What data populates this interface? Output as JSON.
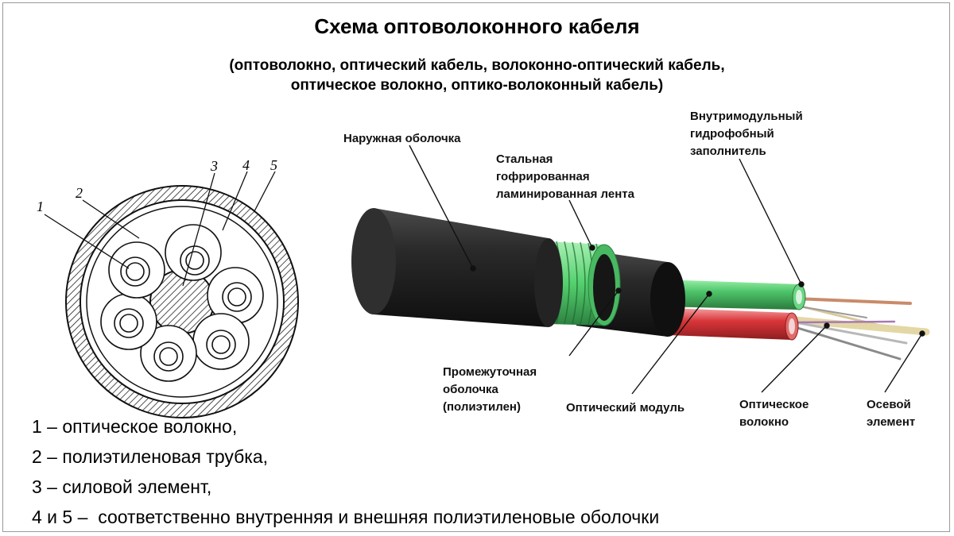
{
  "title": "Схема оптоволоконного кабеля",
  "subtitle": [
    "(оптоволокно, оптический кабель, волоконно-оптический кабель,",
    "оптическое волокно, оптико-волоконный кабель)"
  ],
  "cross_section_numbers": [
    "1",
    "2",
    "3",
    "4",
    "5"
  ],
  "callouts": {
    "outer_sheath": "Наружная оболочка",
    "steel_tape": [
      "Стальная",
      "гофрированная",
      "ламинированная лента"
    ],
    "filler": [
      "Внутримодульный",
      "гидрофобный",
      "заполнитель"
    ],
    "intermediate_sheath": [
      "Промежуточная",
      "оболочка",
      "(полиэтилен)"
    ],
    "optical_module": "Оптический модуль",
    "optical_fiber": [
      "Оптическое",
      "волокно"
    ],
    "axial_element": [
      "Осевой",
      "элемент"
    ]
  },
  "legend": [
    {
      "num": "1 –",
      "text": "оптическое волокно,"
    },
    {
      "num": "2 –",
      "text": "полиэтиленовая трубка,"
    },
    {
      "num": "3 –",
      "text": "силовой элемент,"
    },
    {
      "num": "4 и 5 –",
      "text": "соответственно внутренняя и внешняя полиэтиленовые оболочки"
    }
  ],
  "colors": {
    "sheath": "#1e1e1e",
    "steel_tape": "#54d06e",
    "module_green": "#4ec46a",
    "module_red": "#d9363a"
  }
}
